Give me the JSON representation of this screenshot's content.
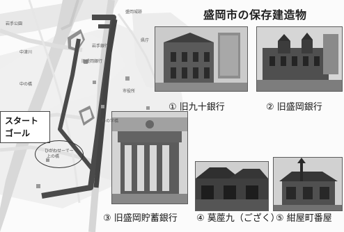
{
  "title": "盛岡市の保存建造物",
  "start_label": "スタート",
  "goal_label": "ゴール",
  "oval_label": "ひがわせーでー",
  "map_labels": [
    "岩手公園",
    "中津川",
    "旧盛岡銀行",
    "岩手銀行",
    "盛岡城跡",
    "県庁",
    "市役所",
    "中の橋",
    "与の字橋",
    "上の橋"
  ],
  "captions": [
    "① 旧九十銀行",
    "② 旧盛岡銀行",
    "③ 旧盛岡貯蓄銀行",
    "④ 茣蓙九（ござく）",
    "⑤ 紺屋町番屋"
  ]
}
